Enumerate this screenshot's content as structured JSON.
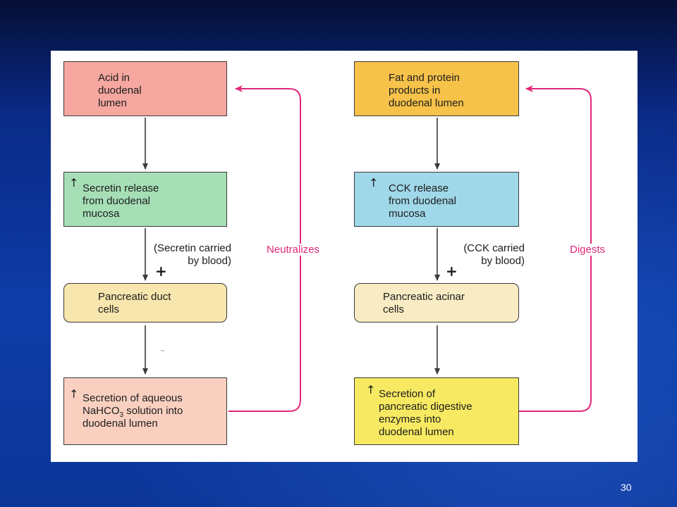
{
  "diagram": {
    "left": {
      "box1": [
        "Acid in",
        "duodenal",
        "lumen"
      ],
      "box2": [
        "Secretin release",
        "from duodenal",
        "mucosa"
      ],
      "box2_marker": "↑",
      "carrier_note": [
        "(Secretin carried",
        "by blood)"
      ],
      "stimulation_sign": "+",
      "box3": [
        "Pancreatic duct",
        "cells"
      ],
      "box4_line1": "Secretion of aqueous",
      "box4_line2_prefix": "NaHCO",
      "box4_line2_subscript": "3",
      "box4_line2_suffix": " solution into",
      "box4_line3": "duodenal lumen",
      "box4_marker": "↑",
      "feedback_label": "Neutralizes"
    },
    "right": {
      "box1": [
        "Fat and protein",
        "products in",
        "duodenal lumen"
      ],
      "box2": [
        "CCK release",
        "from duodenal",
        "mucosa"
      ],
      "box2_marker": "↑",
      "carrier_note": [
        "(CCK carried",
        "by blood)"
      ],
      "stimulation_sign": "+",
      "box3": [
        "Pancreatic acinar",
        "cells"
      ],
      "box4": [
        "Secretion of",
        "pancreatic digestive",
        "enzymes into",
        "duodenal lumen"
      ],
      "box4_marker": "↑",
      "feedback_label": "Digests"
    },
    "colors": {
      "acid_box": "#f5a7a0",
      "secretin_box": "#a6dfb6",
      "duct_box": "#f7e6ad",
      "aqueous_box": "#f9d0c0",
      "fat_box": "#f7c24a",
      "cck_box": "#9fd8e9",
      "acinar_box": "#f9ecc4",
      "enzyme_box": "#f7ea62",
      "feedback_arrow": "#e0287a",
      "flow_arrow": "#3a3a3a"
    }
  },
  "slide": {
    "page_number": "30"
  }
}
